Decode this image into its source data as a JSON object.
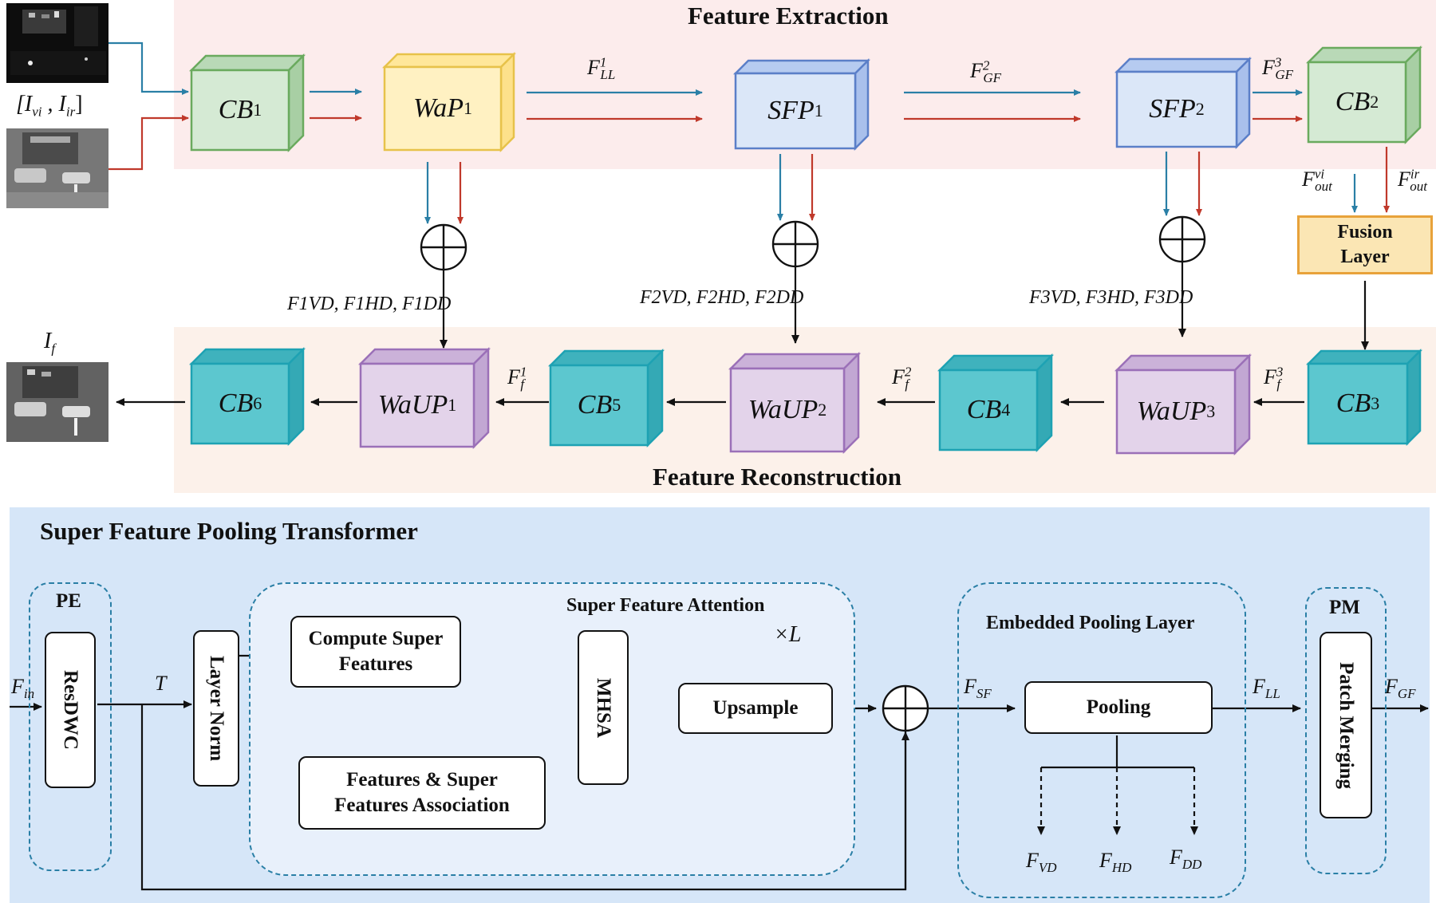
{
  "colors": {
    "extraction_bg": "#fcecec",
    "reconstruction_bg": "#fcf1ea",
    "sfpt_bg": "#d6e6f8",
    "blue_arrow": "#2a7fa6",
    "red_arrow": "#c0392b",
    "cb_green": "#d5ead4",
    "wap_yellow": "#fff1c2",
    "sfp_blue": "#dbe7f8",
    "teal": "#5cc7cf",
    "waup_purple": "#e3d3ea",
    "fusion_fill": "#fbe6b4"
  },
  "titles": {
    "extraction": "Feature Extraction",
    "reconstruction": "Feature Reconstruction",
    "sfpt": "Super Feature Pooling Transformer"
  },
  "inputs": {
    "label": "[I",
    "vi": "vi",
    "sep": " , I",
    "ir": "ir",
    "close": "]"
  },
  "output": {
    "label": "I",
    "sub": "f"
  },
  "blocks": {
    "cb1": {
      "name": "CB",
      "sub": "1"
    },
    "wap1": {
      "name": "WaP",
      "sub": "1"
    },
    "sfp1": {
      "name": "SFP",
      "sub": "1"
    },
    "sfp2": {
      "name": "SFP",
      "sub": "2"
    },
    "cb2": {
      "name": "CB",
      "sub": "2"
    },
    "cb3": {
      "name": "CB",
      "sub": "3"
    },
    "waup3": {
      "name": "WaUP",
      "sub": "3"
    },
    "cb4": {
      "name": "CB",
      "sub": "4"
    },
    "waup2": {
      "name": "WaUP",
      "sub": "2"
    },
    "cb5": {
      "name": "CB",
      "sub": "5"
    },
    "waup1": {
      "name": "WaUP",
      "sub": "1"
    },
    "cb6": {
      "name": "CB",
      "sub": "6"
    }
  },
  "fusion": {
    "line1": "Fusion",
    "line2": "Layer"
  },
  "flows": {
    "fll1": {
      "base": "F",
      "sup": "1",
      "sub": "LL"
    },
    "fgf2": {
      "base": "F",
      "sup": "2",
      "sub": "GF"
    },
    "fgf3": {
      "base": "F",
      "sup": "3",
      "sub": "GF"
    },
    "fvi": {
      "base": "F",
      "sup": "vi",
      "sub": "out"
    },
    "fir": {
      "base": "F",
      "sup": "ir",
      "sub": "out"
    },
    "skip1": "F1VD, F1HD, F1DD",
    "skip2": "F2VD, F2HD, F2DD",
    "skip3": "F3VD, F3HD, F3DD",
    "ff1": {
      "base": "F",
      "sup": "1",
      "sub": "f"
    },
    "ff2": {
      "base": "F",
      "sup": "2",
      "sub": "f"
    },
    "ff3": {
      "base": "F",
      "sup": "3",
      "sub": "f"
    }
  },
  "sfpt": {
    "pe": "PE",
    "resdwc": "ResDWC",
    "fin": {
      "base": "F",
      "sub": "in"
    },
    "t": "T",
    "layer_norm": "Layer Norm",
    "sfa_title": "Super Feature Attention",
    "times_l": "×L",
    "compute_line1": "Compute Super",
    "compute_line2": "Features",
    "assoc_line1": "Features & Super",
    "assoc_line2": "Features Association",
    "mhsa": "MHSA",
    "upsample": "Upsample",
    "fsf": {
      "base": "F",
      "sub": "SF"
    },
    "epl_title": "Embedded Pooling Layer",
    "pooling": "Pooling",
    "fll": {
      "base": "F",
      "sub": "LL"
    },
    "fvd": {
      "base": "F",
      "sub": "VD"
    },
    "fhd": {
      "base": "F",
      "sub": "HD"
    },
    "fdd": {
      "base": "F",
      "sub": "DD"
    },
    "pm": "PM",
    "patch_merging": "Patch Merging",
    "fgf": {
      "base": "F",
      "sub": "GF"
    }
  }
}
